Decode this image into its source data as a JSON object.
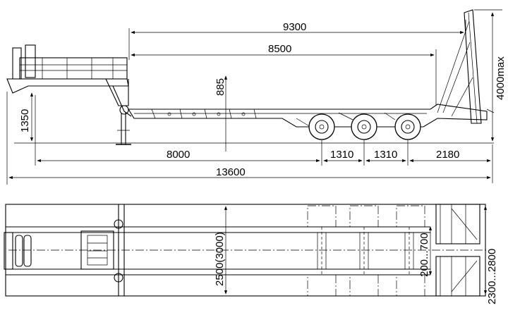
{
  "side_view": {
    "dim_length_upper": "9300",
    "dim_length_deck": "8500",
    "dim_gooseneck_drop": "885",
    "dim_fifth_wheel_height": "1350",
    "dim_ramp_height": "4000max",
    "dim_kingpin_to_axle": "8000",
    "dim_axle_spacing_1": "1310",
    "dim_axle_spacing_2": "1310",
    "dim_rear_overhang": "2180",
    "dim_overall_length": "13600"
  },
  "top_view": {
    "dim_deck_width": "2500(3000)",
    "dim_ramp_gap": "200...700",
    "dim_ramp_width": "2300...2800"
  }
}
